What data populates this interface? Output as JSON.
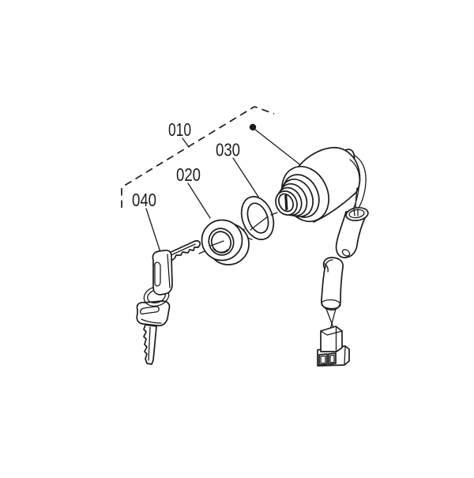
{
  "diagram": {
    "background_color": "#ffffff",
    "line_color": "#1c1c1c",
    "labels": {
      "l010": "010",
      "l020": "020",
      "l030": "030",
      "l040": "040"
    },
    "parts": [
      {
        "callout": "010",
        "part": "key-switch-assembly"
      },
      {
        "callout": "020",
        "part": "grommet-ring"
      },
      {
        "callout": "030",
        "part": "washer-ring"
      },
      {
        "callout": "040",
        "part": "key-set-with-ring"
      }
    ]
  }
}
